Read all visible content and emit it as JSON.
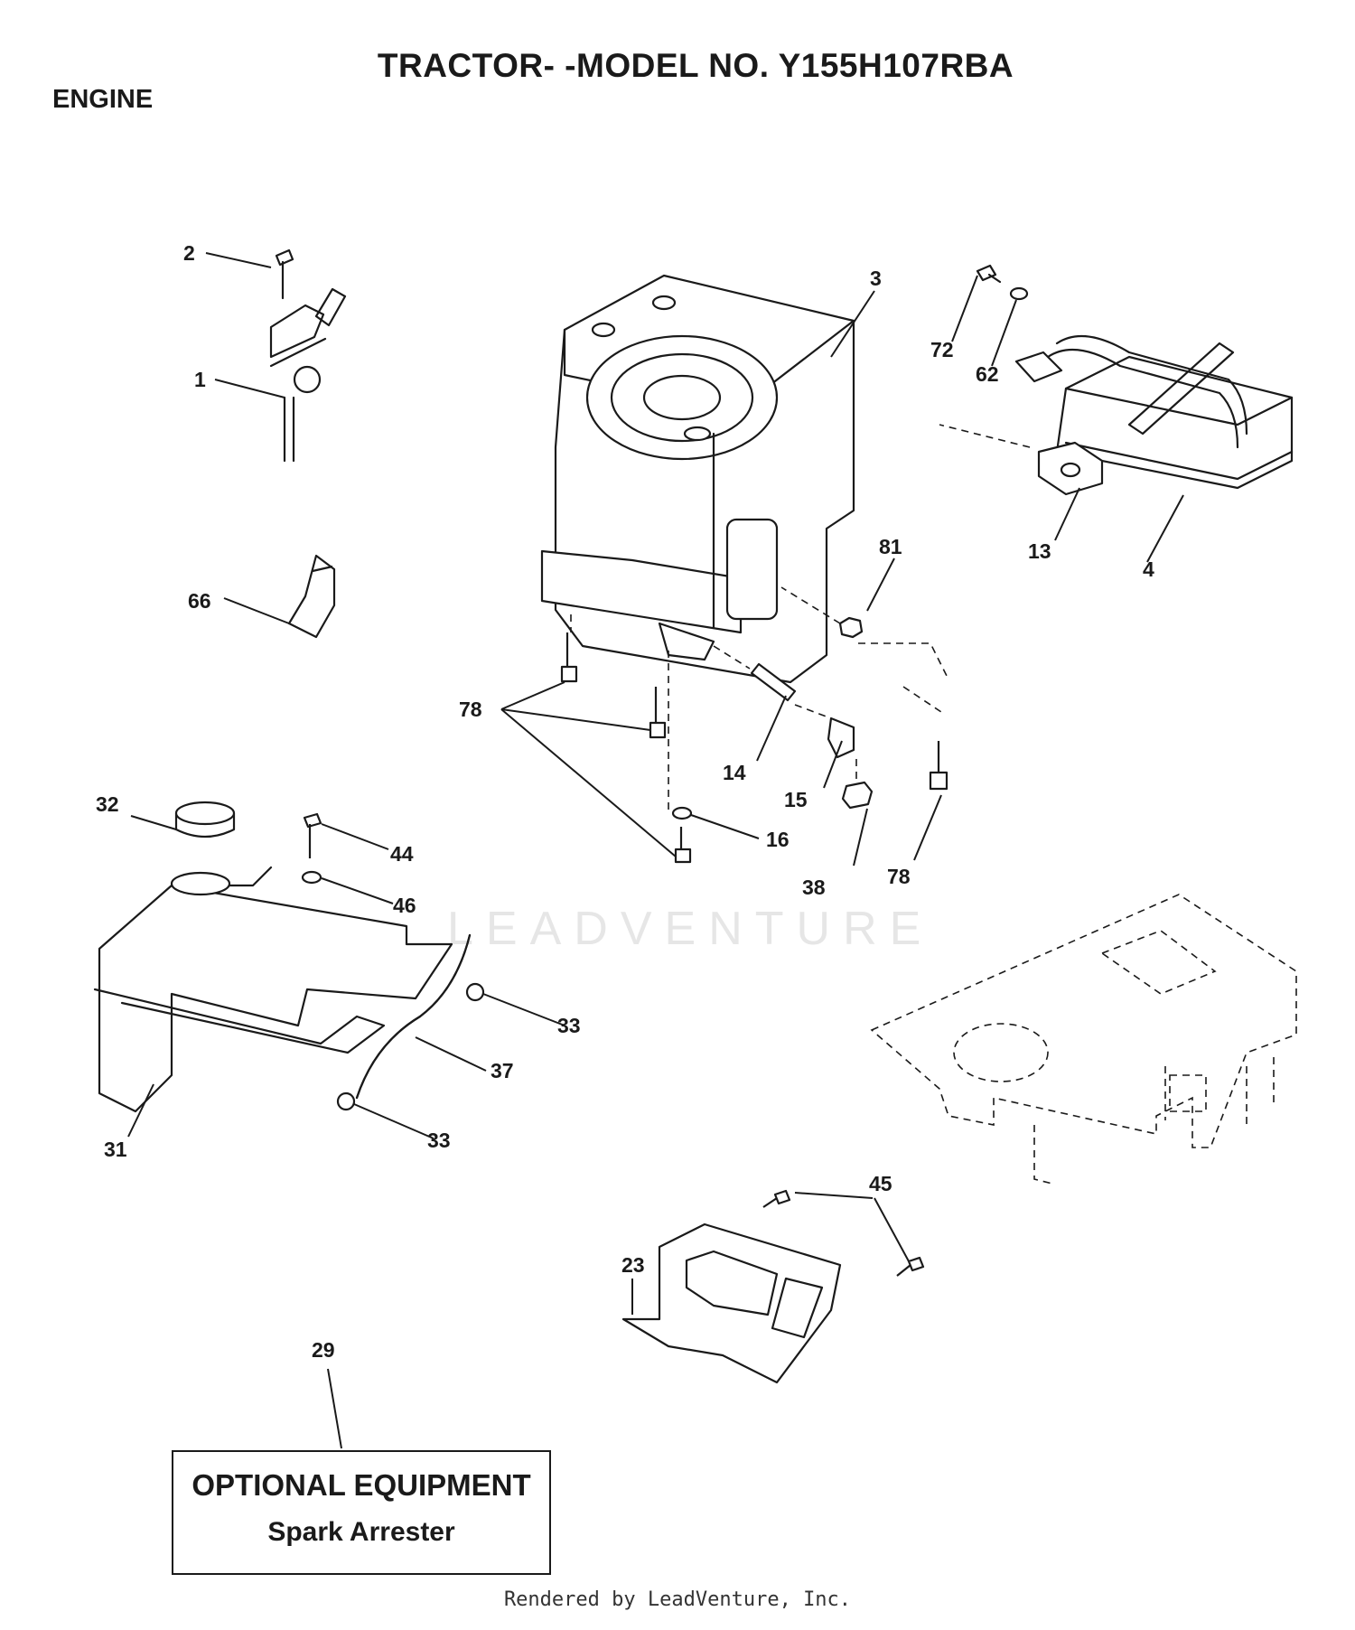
{
  "header": {
    "title": "TRACTOR- -MODEL NO. Y155H107RBA",
    "section": "ENGINE"
  },
  "watermark": "LEADVENTURE",
  "optional_box": {
    "line1": "OPTIONAL EQUIPMENT",
    "line2": "Spark Arrester"
  },
  "callouts": {
    "c1": "1",
    "c2": "2",
    "c3": "3",
    "c4": "4",
    "c13": "13",
    "c14": "14",
    "c15": "15",
    "c16": "16",
    "c23": "23",
    "c29": "29",
    "c31": "31",
    "c32": "32",
    "c33a": "33",
    "c33b": "33",
    "c37": "37",
    "c38": "38",
    "c44": "44",
    "c45": "45",
    "c46": "46",
    "c62": "62",
    "c66": "66",
    "c72": "72",
    "c78a": "78",
    "c78b": "78",
    "c81": "81"
  },
  "footer": "Rendered by LeadVenture, Inc."
}
